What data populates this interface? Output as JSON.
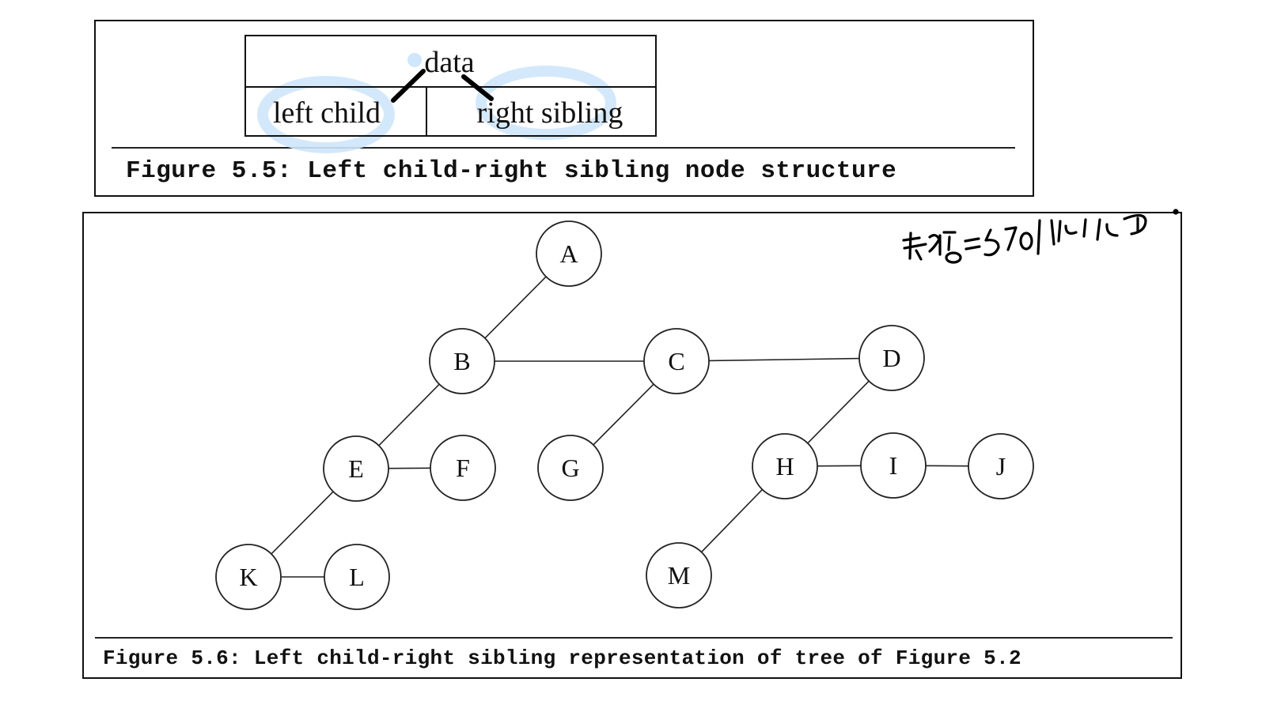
{
  "figure_5_5": {
    "cell_top": "data",
    "cell_left": "left child",
    "cell_right": "right sibling",
    "caption": "Figure 5.5: Left child-right sibling node structure"
  },
  "figure_5_6": {
    "caption": "Figure 5.6: Left child-right sibling representation of tree of Figure 5.2",
    "nodes": [
      "A",
      "B",
      "C",
      "D",
      "E",
      "F",
      "G",
      "H",
      "I",
      "J",
      "K",
      "L",
      "M"
    ],
    "edges": [
      {
        "from": "A",
        "to": "B",
        "kind": "left-child"
      },
      {
        "from": "B",
        "to": "C",
        "kind": "right-sibling"
      },
      {
        "from": "C",
        "to": "D",
        "kind": "right-sibling"
      },
      {
        "from": "B",
        "to": "E",
        "kind": "left-child"
      },
      {
        "from": "E",
        "to": "F",
        "kind": "right-sibling"
      },
      {
        "from": "C",
        "to": "G",
        "kind": "left-child"
      },
      {
        "from": "D",
        "to": "H",
        "kind": "left-child"
      },
      {
        "from": "H",
        "to": "I",
        "kind": "right-sibling"
      },
      {
        "from": "I",
        "to": "J",
        "kind": "right-sibling"
      },
      {
        "from": "E",
        "to": "K",
        "kind": "left-child"
      },
      {
        "from": "K",
        "to": "L",
        "kind": "right-sibling"
      },
      {
        "from": "H",
        "to": "M",
        "kind": "left-child"
      }
    ]
  },
  "handwritten_note": "노드=5개이다",
  "colors": {
    "ink": "#111111",
    "highlight": "#cfe6fb",
    "handwriting": "#000000"
  }
}
